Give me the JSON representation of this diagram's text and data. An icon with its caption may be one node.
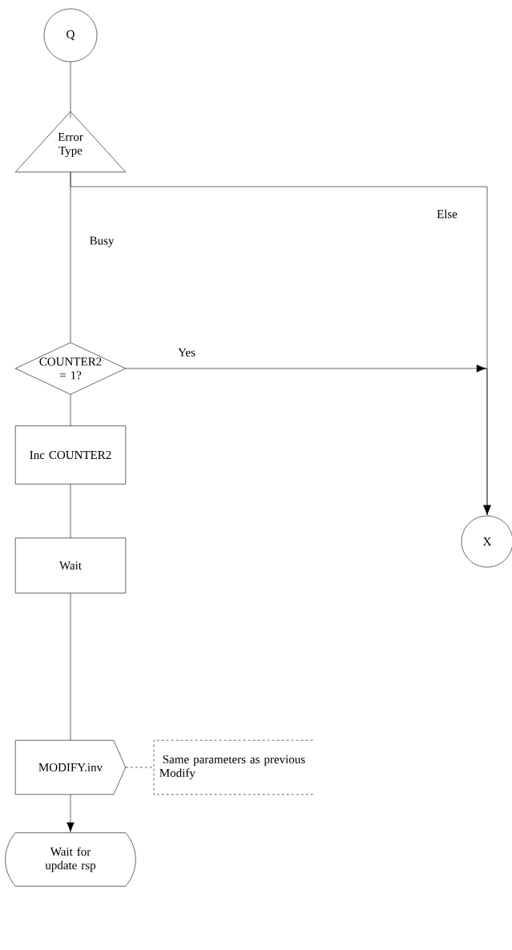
{
  "diagram": {
    "nodes": [
      {
        "text": [
          "Q"
        ]
      },
      {
        "text": [
          "Error Type"
        ]
      },
      {
        "text": [
          "COUNTER2 = 1?"
        ]
      },
      {
        "text": [
          "Inc COUNTER2"
        ]
      },
      {
        "text": [
          "Wait"
        ]
      },
      {
        "text": [
          "MODIFY.inv"
        ]
      },
      {
        "text": [
          "Same parameters as previous Modify"
        ]
      },
      {
        "text": [
          "Wait for update rsp"
        ]
      },
      {
        "text": [
          "X"
        ]
      }
    ],
    "edges": [
      {
        "from": 0,
        "to": 1,
        "arrow": "none"
      },
      {
        "from": 1,
        "to": 2,
        "arrow": "none",
        "label": "Busy"
      },
      {
        "from": 1,
        "to": 8,
        "arrow": "to",
        "label": "Else"
      },
      {
        "from": 2,
        "to": 8,
        "arrow": "to",
        "label": "Yes"
      },
      {
        "from": 2,
        "to": 3,
        "arrow": "none"
      },
      {
        "from": 3,
        "to": 4,
        "arrow": "none"
      },
      {
        "from": 4,
        "to": 5,
        "arrow": "none"
      },
      {
        "from": 5,
        "to": 6,
        "arrow": "none",
        "style": "dashed"
      },
      {
        "from": 5,
        "to": 7,
        "arrow": "to"
      }
    ]
  }
}
